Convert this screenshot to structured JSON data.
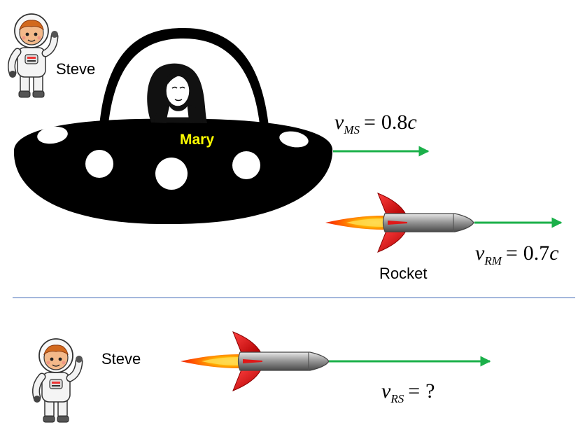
{
  "characters": {
    "steve_top": "Steve",
    "mary": "Mary",
    "steve_bottom": "Steve"
  },
  "labels": {
    "rocket": "Rocket"
  },
  "velocities": {
    "ms": {
      "symbol": "v",
      "subscript": "MS",
      "eq": "=",
      "value": "0.8",
      "unit": "c"
    },
    "rm": {
      "symbol": "v",
      "subscript": "RM",
      "eq": "=",
      "value": "0.7",
      "unit": "c"
    },
    "rs": {
      "symbol": "v",
      "subscript": "RS",
      "eq": "=",
      "value": "?"
    }
  },
  "colors": {
    "arrow": "#1bb04a",
    "saucer": "#000000",
    "divider": "#4a72b8",
    "mary_label": "#ffff00",
    "rocket_fin": "#e01818",
    "rocket_body": "#9a9a9a"
  },
  "icons": {
    "astronaut": "astronaut-icon",
    "saucer": "flying-saucer-icon",
    "rocket": "rocket-icon",
    "mary_portrait": "woman-portrait-icon"
  }
}
